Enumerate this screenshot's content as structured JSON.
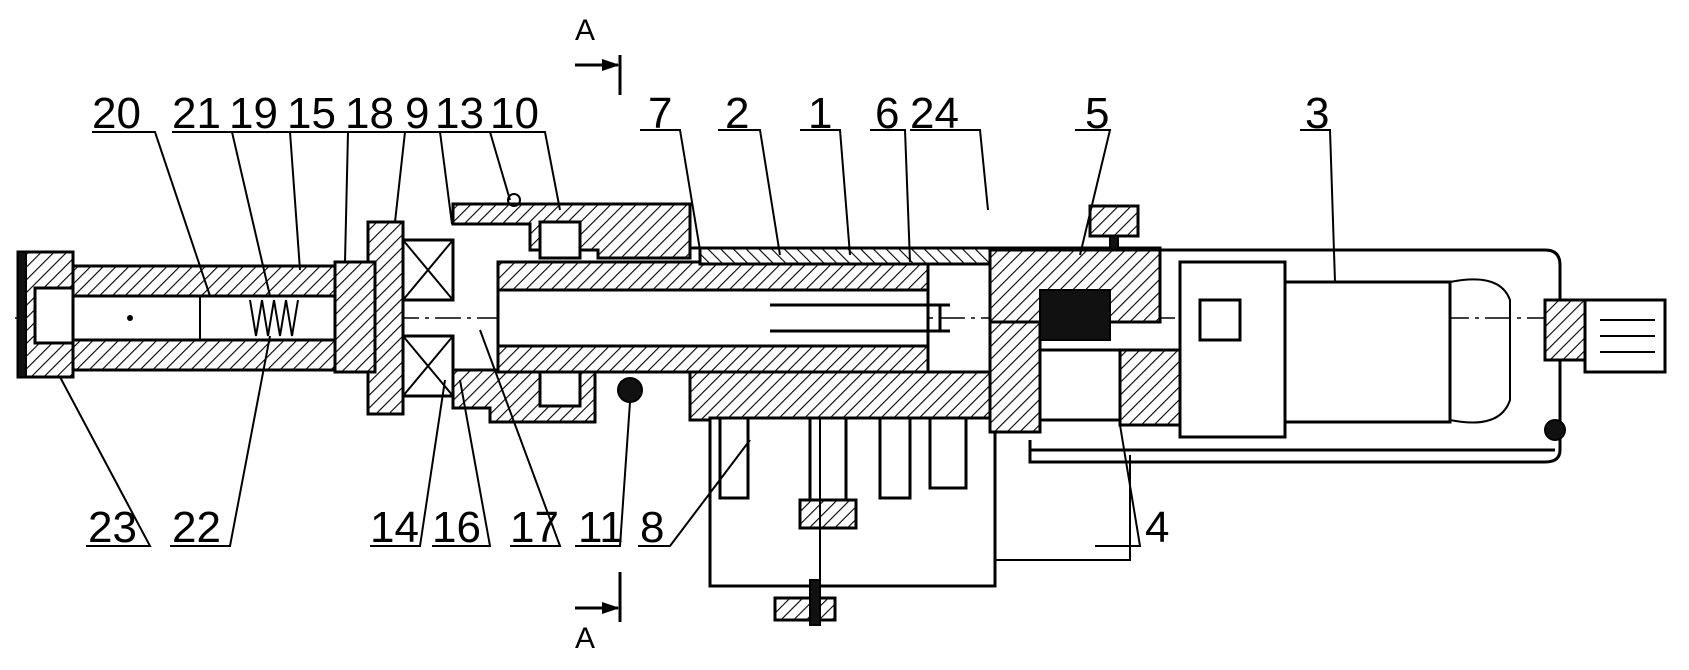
{
  "section_marks": {
    "top": "A",
    "bottom": "A"
  },
  "labels_top": [
    {
      "key": "20",
      "text": "20"
    },
    {
      "key": "21",
      "text": "21"
    },
    {
      "key": "19",
      "text": "19"
    },
    {
      "key": "15",
      "text": "15"
    },
    {
      "key": "18",
      "text": "18"
    },
    {
      "key": "9",
      "text": "9"
    },
    {
      "key": "13",
      "text": "13"
    },
    {
      "key": "10",
      "text": "10"
    },
    {
      "key": "7",
      "text": "7"
    },
    {
      "key": "2",
      "text": "2"
    },
    {
      "key": "1",
      "text": "1"
    },
    {
      "key": "6",
      "text": "6"
    },
    {
      "key": "24",
      "text": "24"
    },
    {
      "key": "5",
      "text": "5"
    },
    {
      "key": "3",
      "text": "3"
    }
  ],
  "labels_bottom": [
    {
      "key": "23",
      "text": "23"
    },
    {
      "key": "22",
      "text": "22"
    },
    {
      "key": "14",
      "text": "14"
    },
    {
      "key": "16",
      "text": "16"
    },
    {
      "key": "17",
      "text": "17"
    },
    {
      "key": "11",
      "text": "11"
    },
    {
      "key": "8",
      "text": "8"
    },
    {
      "key": "4",
      "text": "4"
    }
  ]
}
